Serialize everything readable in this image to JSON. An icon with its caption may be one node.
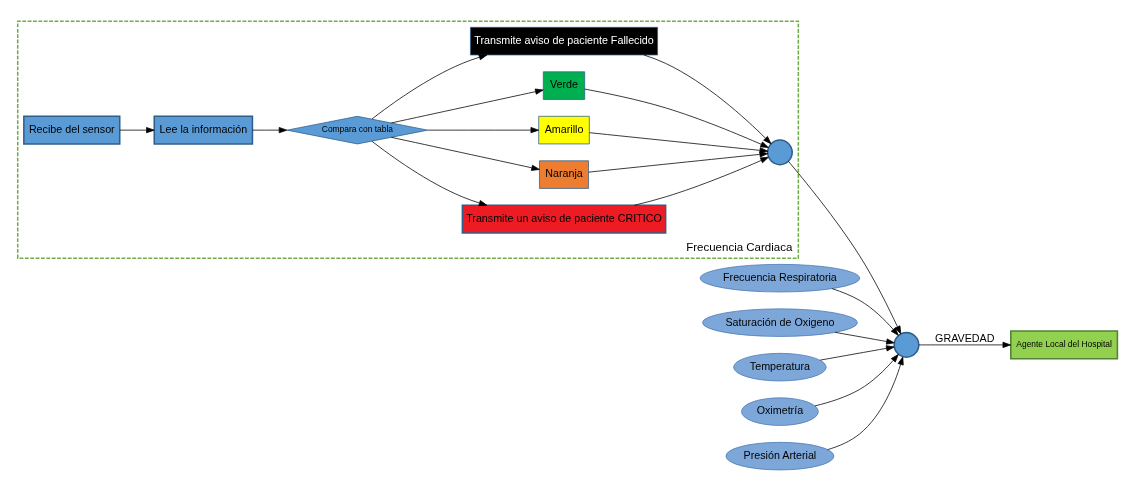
{
  "diagram": {
    "nodes": [
      {
        "text": [
          "Frecuencia Cardiaca"
        ]
      },
      {
        "text": [
          "Recibe del sensor"
        ],
        "in": 0
      },
      {
        "text": [
          "Lee la información"
        ],
        "in": 0
      },
      {
        "text": [
          "Compara con tabla"
        ],
        "in": 0
      },
      {
        "text": [
          "Transmite un aviso de paciente CRITICO"
        ],
        "in": 0
      },
      {
        "text": [
          "Naranja"
        ],
        "in": 0
      },
      {
        "text": [
          "Amarillo"
        ],
        "in": 0
      },
      {
        "text": [
          "Verde"
        ],
        "in": 0
      },
      {
        "text": [
          "Transmite aviso de paciente Fallecido"
        ],
        "in": 0
      },
      {
        "text": [],
        "shape": "circle",
        "in": 0
      },
      {
        "text": [
          "Frecuencia Respiratoria"
        ]
      },
      {
        "text": [
          "Saturación de Oxigeno"
        ]
      },
      {
        "text": [],
        "shape": "circle"
      },
      {
        "text": [
          "Agente Local del Hospital"
        ]
      },
      {
        "text": [
          "Temperatura"
        ]
      },
      {
        "text": [
          "Oximetría"
        ]
      },
      {
        "text": [
          "Presión Arterial"
        ]
      }
    ],
    "edges": [
      {
        "from": 1,
        "to": 2,
        "arrow": "to"
      },
      {
        "from": 2,
        "to": 3,
        "arrow": "to"
      },
      {
        "from": 3,
        "to": 4,
        "arrow": "to"
      },
      {
        "from": 3,
        "to": 5,
        "arrow": "to"
      },
      {
        "from": 3,
        "to": 6,
        "arrow": "to"
      },
      {
        "from": 3,
        "to": 7,
        "arrow": "to"
      },
      {
        "from": 3,
        "to": 8,
        "arrow": "to"
      },
      {
        "from": 4,
        "to": 9,
        "arrow": "to"
      },
      {
        "from": 5,
        "to": 9,
        "arrow": "to"
      },
      {
        "from": 6,
        "to": 9,
        "arrow": "to"
      },
      {
        "from": 7,
        "to": 9,
        "arrow": "to"
      },
      {
        "from": 8,
        "to": 9,
        "arrow": "to"
      },
      {
        "from": 9,
        "to": 12,
        "arrow": "to"
      },
      {
        "from": 10,
        "to": 12,
        "arrow": "to"
      },
      {
        "from": 11,
        "to": 12,
        "arrow": "to"
      },
      {
        "from": 12,
        "to": 13,
        "label": "GRAVEDAD",
        "arrow": "to"
      },
      {
        "from": 14,
        "to": 12,
        "arrow": "to"
      },
      {
        "from": 15,
        "to": 12,
        "arrow": "to"
      },
      {
        "from": 16,
        "to": 12,
        "arrow": "to"
      }
    ]
  }
}
